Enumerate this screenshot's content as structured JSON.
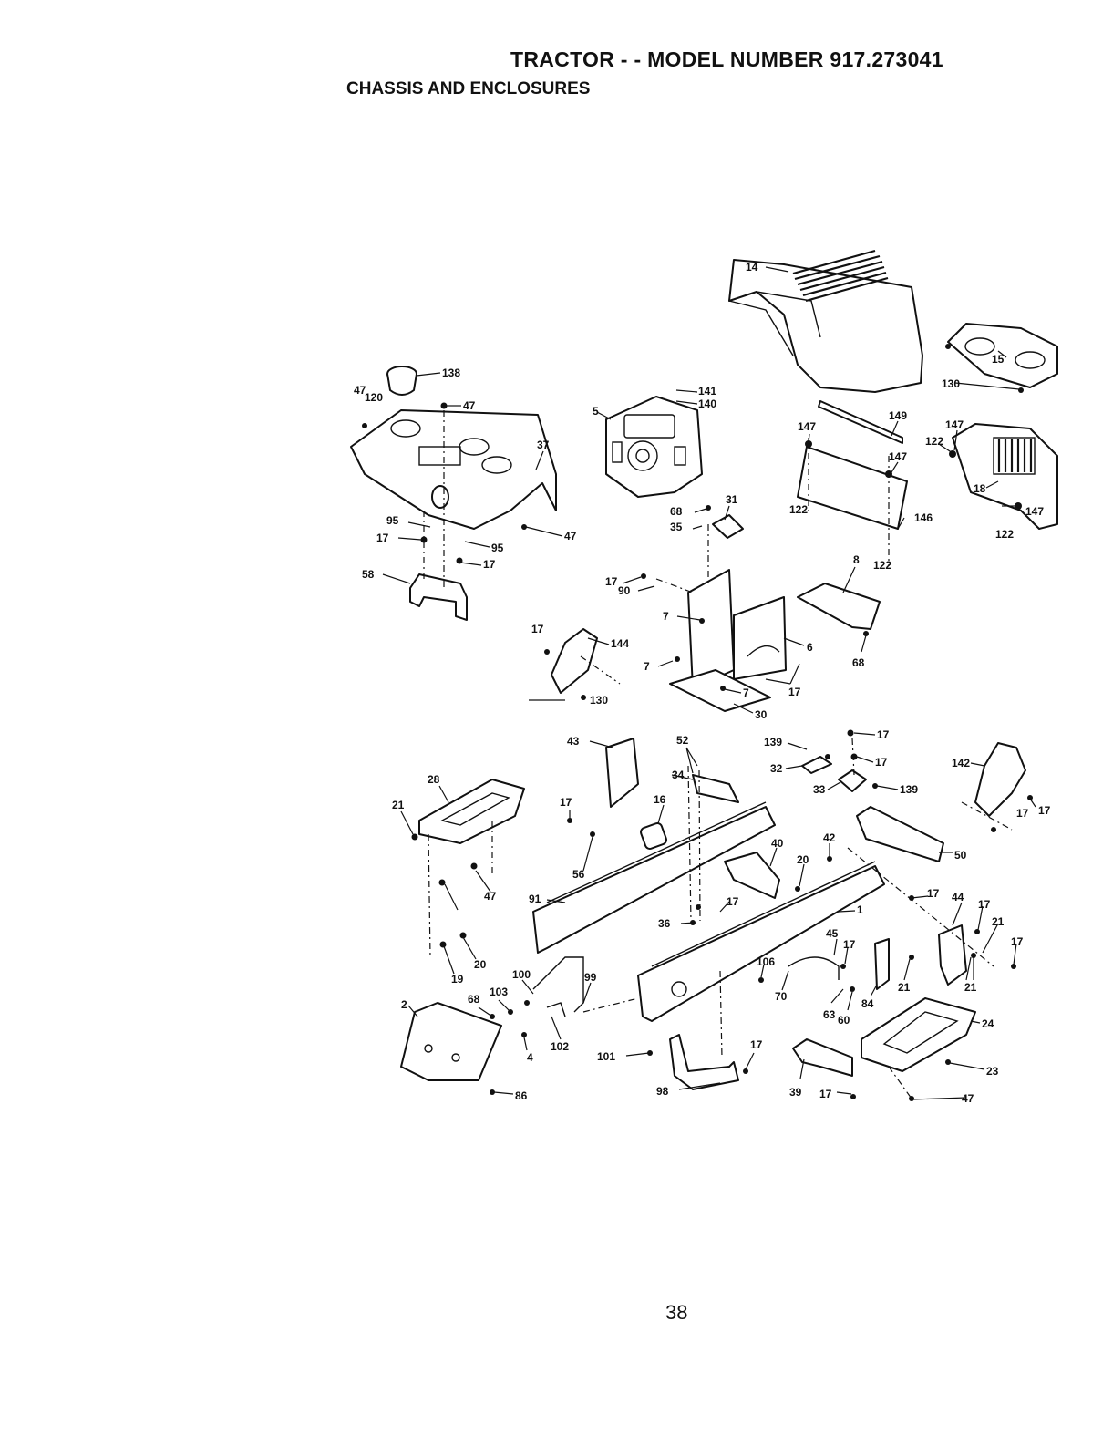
{
  "header": {
    "title": "TRACTOR - - MODEL NUMBER 917.273041",
    "subtitle": "CHASSIS AND ENCLOSURES"
  },
  "page_number": "38",
  "callouts": [
    "14",
    "141",
    "140",
    "138",
    "47",
    "120",
    "47",
    "5",
    "37",
    "147",
    "149",
    "147",
    "122",
    "147",
    "15",
    "130",
    "18",
    "122",
    "147",
    "122",
    "95",
    "17",
    "95",
    "17",
    "47",
    "68",
    "35",
    "31",
    "122",
    "146",
    "58",
    "17",
    "90",
    "8",
    "7",
    "6",
    "68",
    "17",
    "144",
    "7",
    "7",
    "17",
    "130",
    "30",
    "43",
    "52",
    "139",
    "17",
    "17",
    "142",
    "32",
    "28",
    "34",
    "33",
    "139",
    "21",
    "17",
    "16",
    "17",
    "42",
    "50",
    "40",
    "20",
    "56",
    "47",
    "91",
    "17",
    "17",
    "1",
    "44",
    "17",
    "21",
    "36",
    "17",
    "45",
    "17",
    "106",
    "21",
    "17",
    "20",
    "19",
    "100",
    "99",
    "70",
    "84",
    "21",
    "68",
    "103",
    "63",
    "60",
    "2",
    "4",
    "102",
    "17",
    "24",
    "101",
    "23",
    "39",
    "17",
    "98",
    "47",
    "86"
  ]
}
